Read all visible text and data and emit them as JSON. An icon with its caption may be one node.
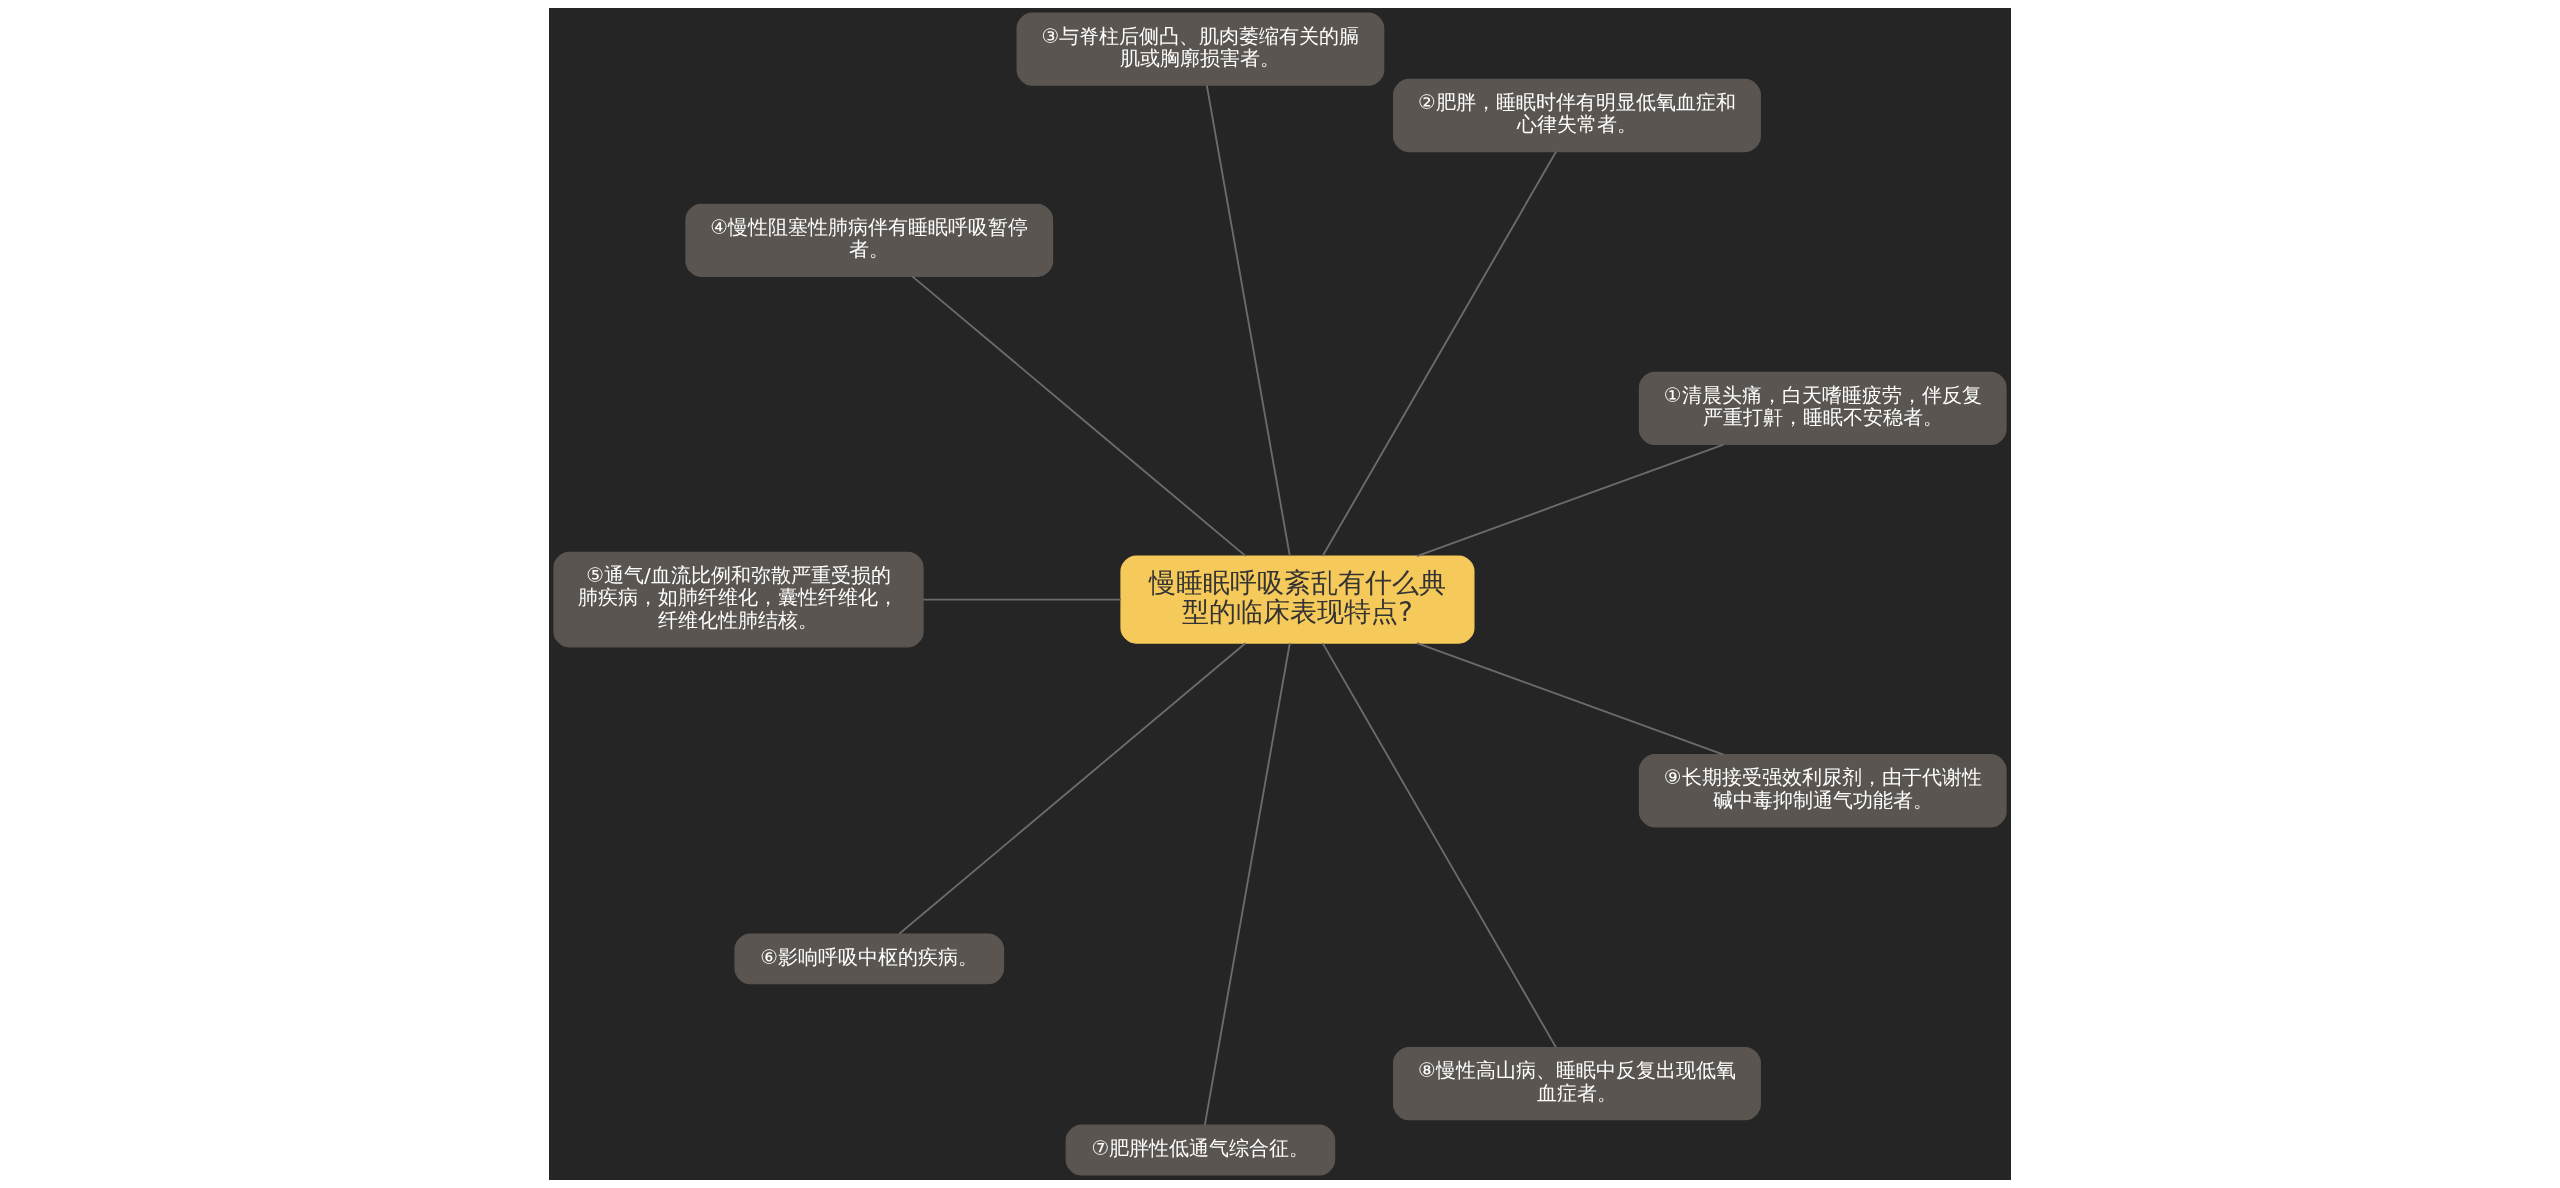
{
  "diagram": {
    "nodes": [
      {
        "text": [
          "慢睡眠呼吸紊乱有什么典型的临床表现特点?"
        ]
      },
      {
        "text": [
          "①清晨头痛，白天嗜睡疲劳，伴反复严重打鼾，睡眠不安稳者。"
        ]
      },
      {
        "text": [
          "②肥胖，睡眠时伴有明显低氧血症和心律失常者。"
        ]
      },
      {
        "text": [
          "③与脊柱后侧凸、肌肉萎缩有关的膈肌或胸廓损害者。"
        ]
      },
      {
        "text": [
          "④慢性阻塞性肺病伴有睡眠呼吸暂停者。"
        ]
      },
      {
        "text": [
          "⑤通气/血流比例和弥散严重受损的肺疾病，如肺纤维化，囊性纤维化，纤维化性肺结核。"
        ]
      },
      {
        "text": [
          "⑥影响呼吸中枢的疾病。"
        ]
      },
      {
        "text": [
          "⑦肥胖性低通气综合征。"
        ]
      },
      {
        "text": [
          "⑧慢性高山病、睡眠中反复出现低氧血症者。"
        ]
      },
      {
        "text": [
          "⑨长期接受强效利尿剂，由于代谢性碱中毒抑制通气功能者。"
        ]
      }
    ],
    "edges": [
      {
        "from": 0,
        "to": 1,
        "arrow": "none"
      },
      {
        "from": 0,
        "to": 2,
        "arrow": "none"
      },
      {
        "from": 0,
        "to": 3,
        "arrow": "none"
      },
      {
        "from": 0,
        "to": 4,
        "arrow": "none"
      },
      {
        "from": 0,
        "to": 5,
        "arrow": "none"
      },
      {
        "from": 0,
        "to": 6,
        "arrow": "none"
      },
      {
        "from": 0,
        "to": 7,
        "arrow": "none"
      },
      {
        "from": 0,
        "to": 8,
        "arrow": "none"
      },
      {
        "from": 0,
        "to": 9,
        "arrow": "none"
      }
    ]
  }
}
